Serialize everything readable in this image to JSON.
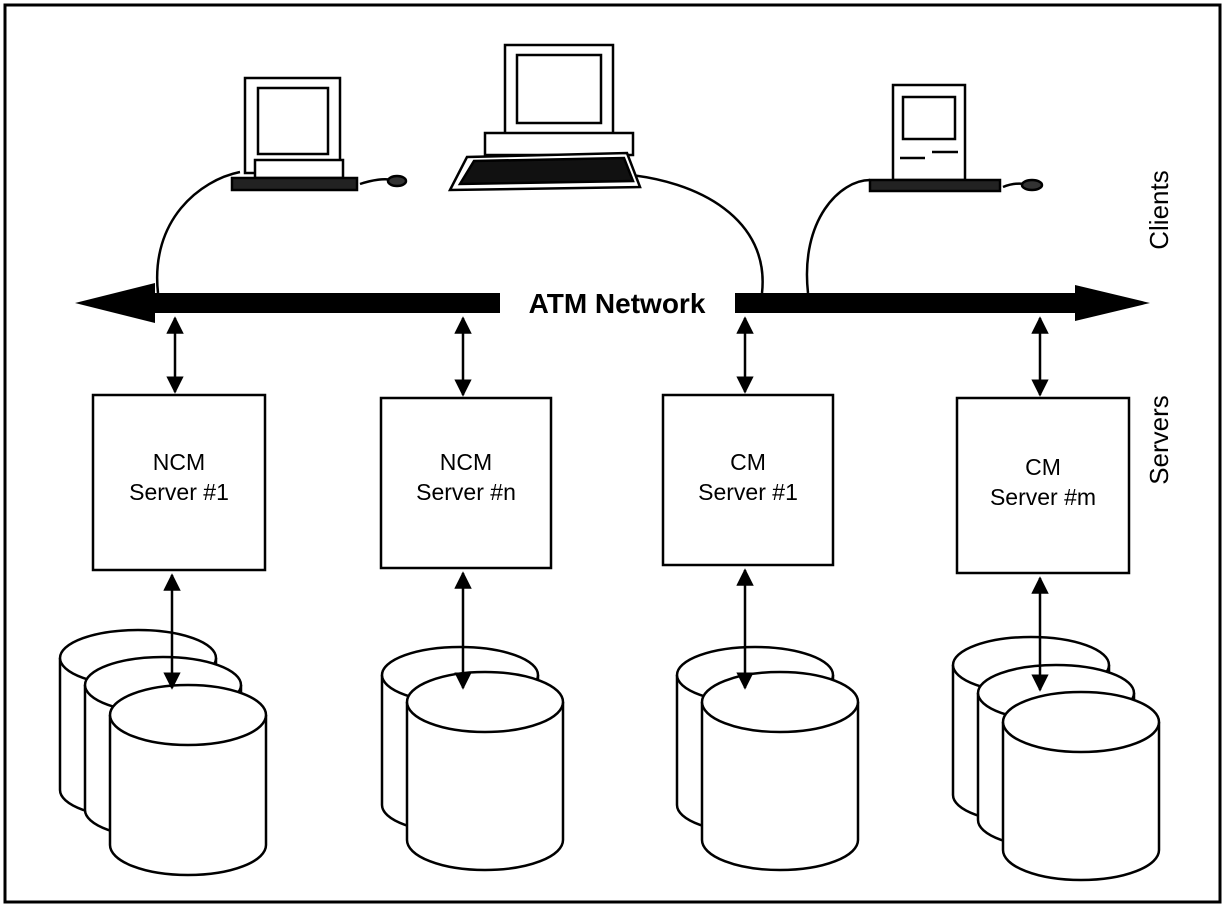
{
  "network": {
    "label": "ATM Network"
  },
  "side_labels": {
    "clients": "Clients",
    "servers": "Servers"
  },
  "servers": [
    {
      "line1": "NCM",
      "line2": "Server #1"
    },
    {
      "line1": "NCM",
      "line2": "Server #n"
    },
    {
      "line1": "CM",
      "line2": "Server #1"
    },
    {
      "line1": "CM",
      "line2": "Server #m"
    }
  ],
  "colors": {
    "line": "#000000",
    "background": "#ffffff"
  }
}
